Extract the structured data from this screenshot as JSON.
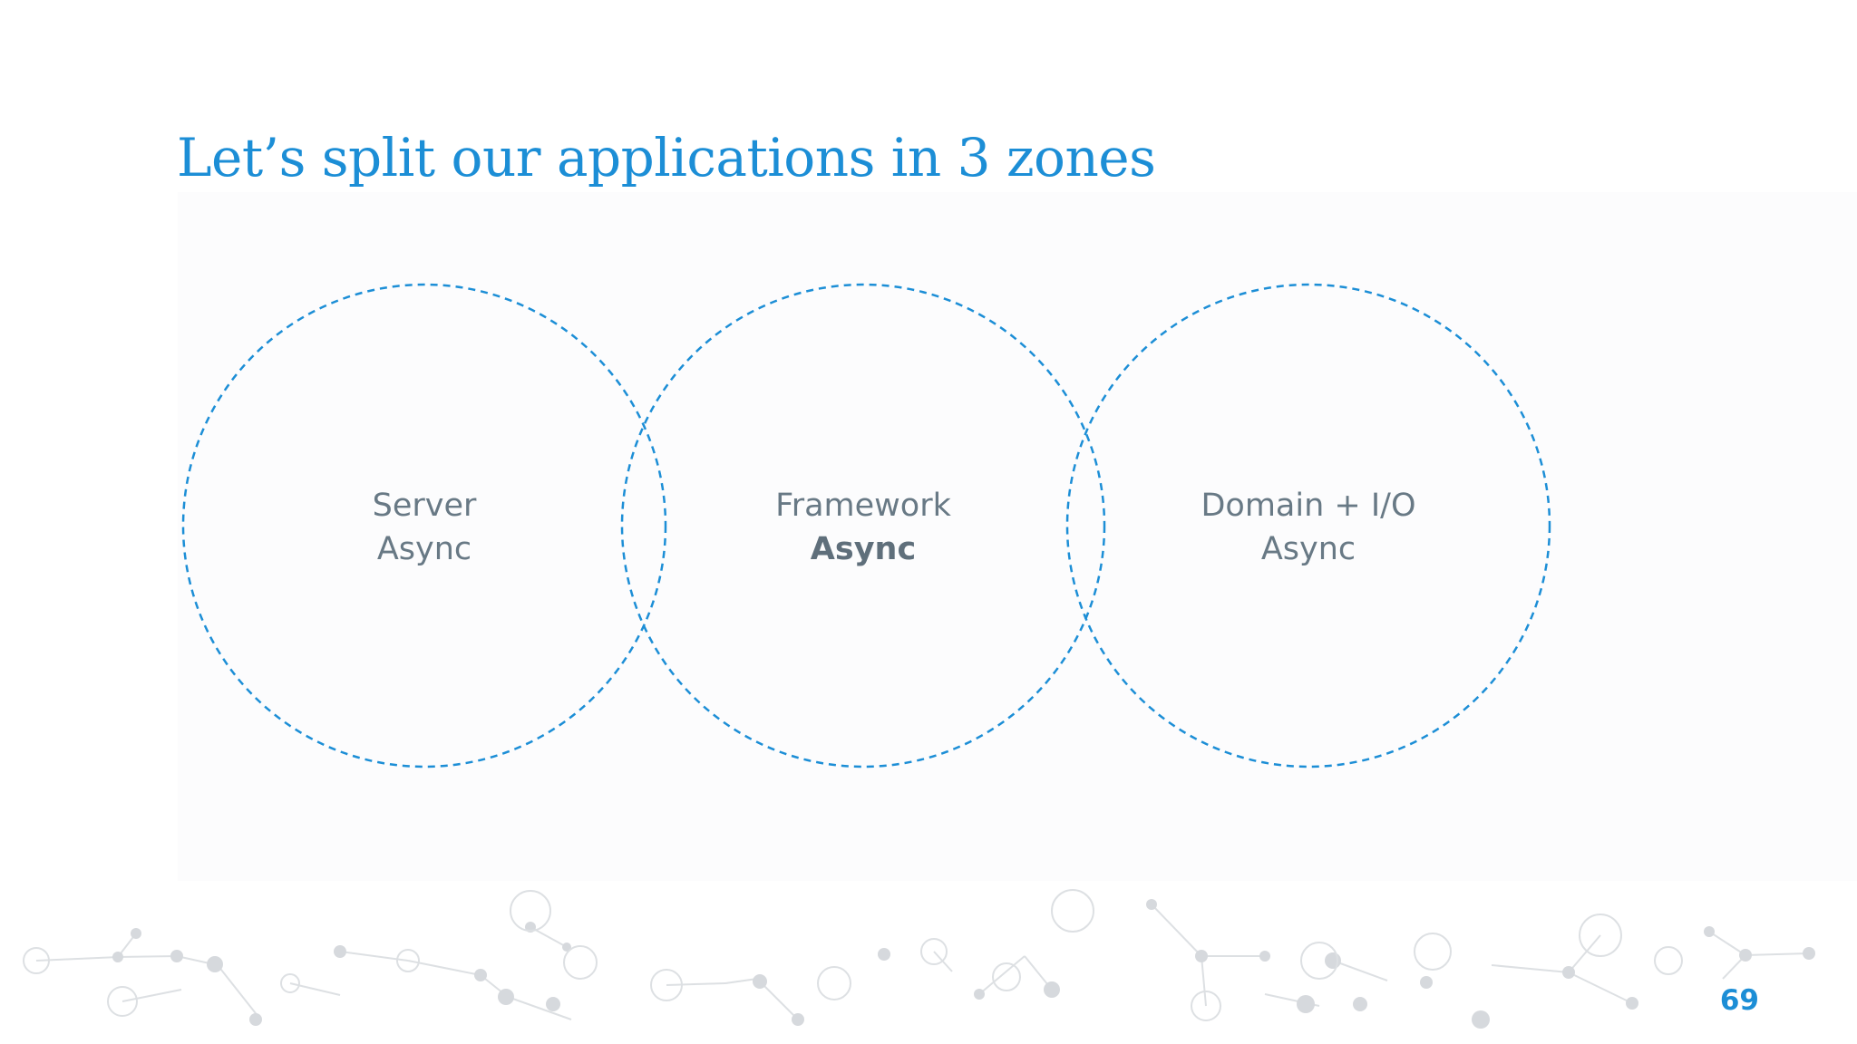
{
  "slide": {
    "title": "Let’s split our applications in 3 zones",
    "page_number": "69"
  },
  "zones": [
    {
      "line1": "Server",
      "line2": "Async",
      "line2_bold": false
    },
    {
      "line1": "Framework",
      "line2": "Async",
      "line2_bold": true
    },
    {
      "line1": "Domain + I/O",
      "line2": "Async",
      "line2_bold": false
    }
  ],
  "colors": {
    "accent": "#1c8ed6",
    "zone_text": "#687985",
    "circle_stroke": "#1c8ed6",
    "network_decoration": "#d3d7db"
  }
}
